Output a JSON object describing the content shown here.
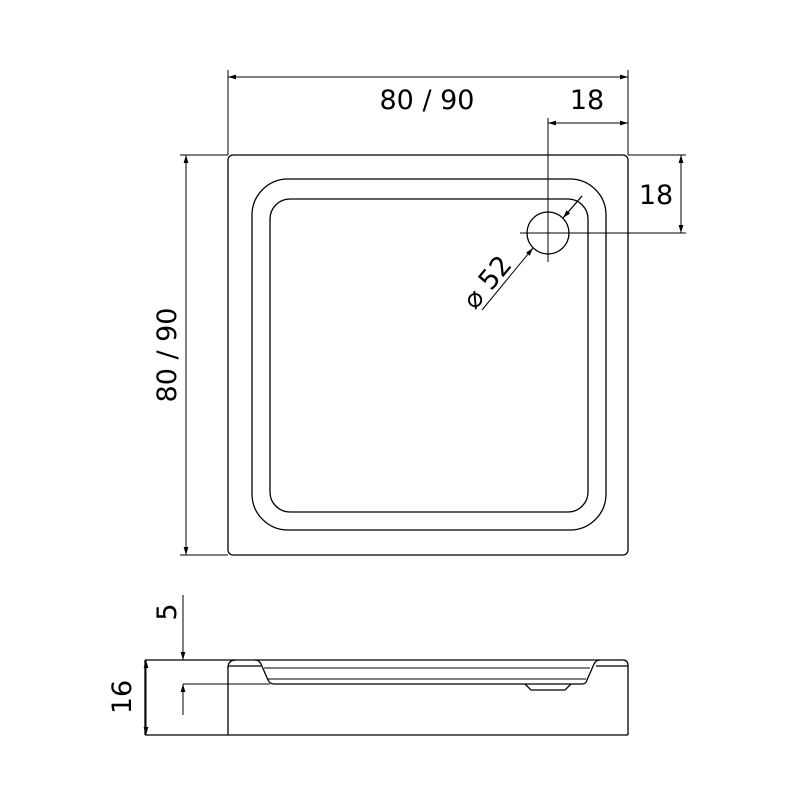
{
  "drawing": {
    "title": "Square shower tray dimensions",
    "width_label": "80 / 90",
    "depth_label": "80 / 90",
    "drain_offset_x_label": "18",
    "drain_offset_y_label": "18",
    "drain_diameter_label": "⌀ 52",
    "side_inner_depth_label": "5",
    "side_height_label": "16"
  }
}
